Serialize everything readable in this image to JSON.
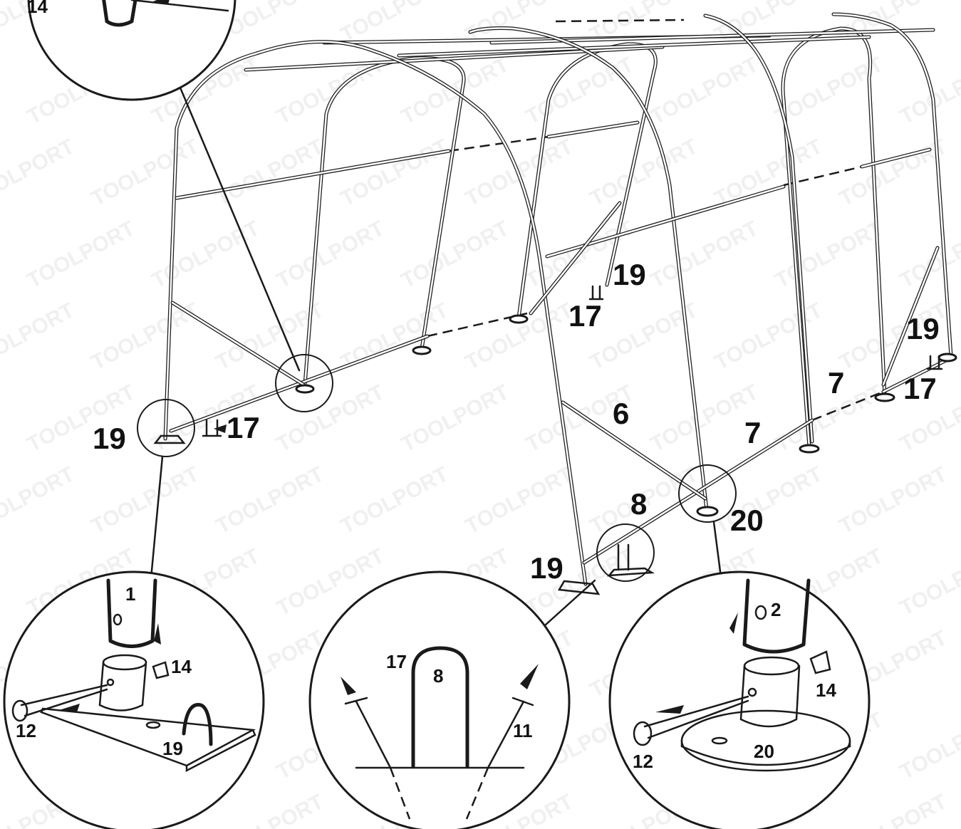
{
  "watermark": "TOOLPORT",
  "main_labels": {
    "l19_left": "19",
    "l17_left": "17",
    "l19_mid": "19",
    "l17_mid": "17",
    "l19_right": "19",
    "l17_right": "17",
    "l6": "6",
    "l7_a": "7",
    "l7_b": "7",
    "l8": "8",
    "l20": "20",
    "l19_front": "19"
  },
  "top_detail": {
    "l14": "14"
  },
  "detail_left": {
    "l1": "1",
    "l14": "14",
    "l12": "12",
    "l19": "19"
  },
  "detail_center": {
    "l17": "17",
    "l8": "8",
    "l11": "11"
  },
  "detail_right": {
    "l2": "2",
    "l14": "14",
    "l12": "12",
    "l20": "20"
  }
}
